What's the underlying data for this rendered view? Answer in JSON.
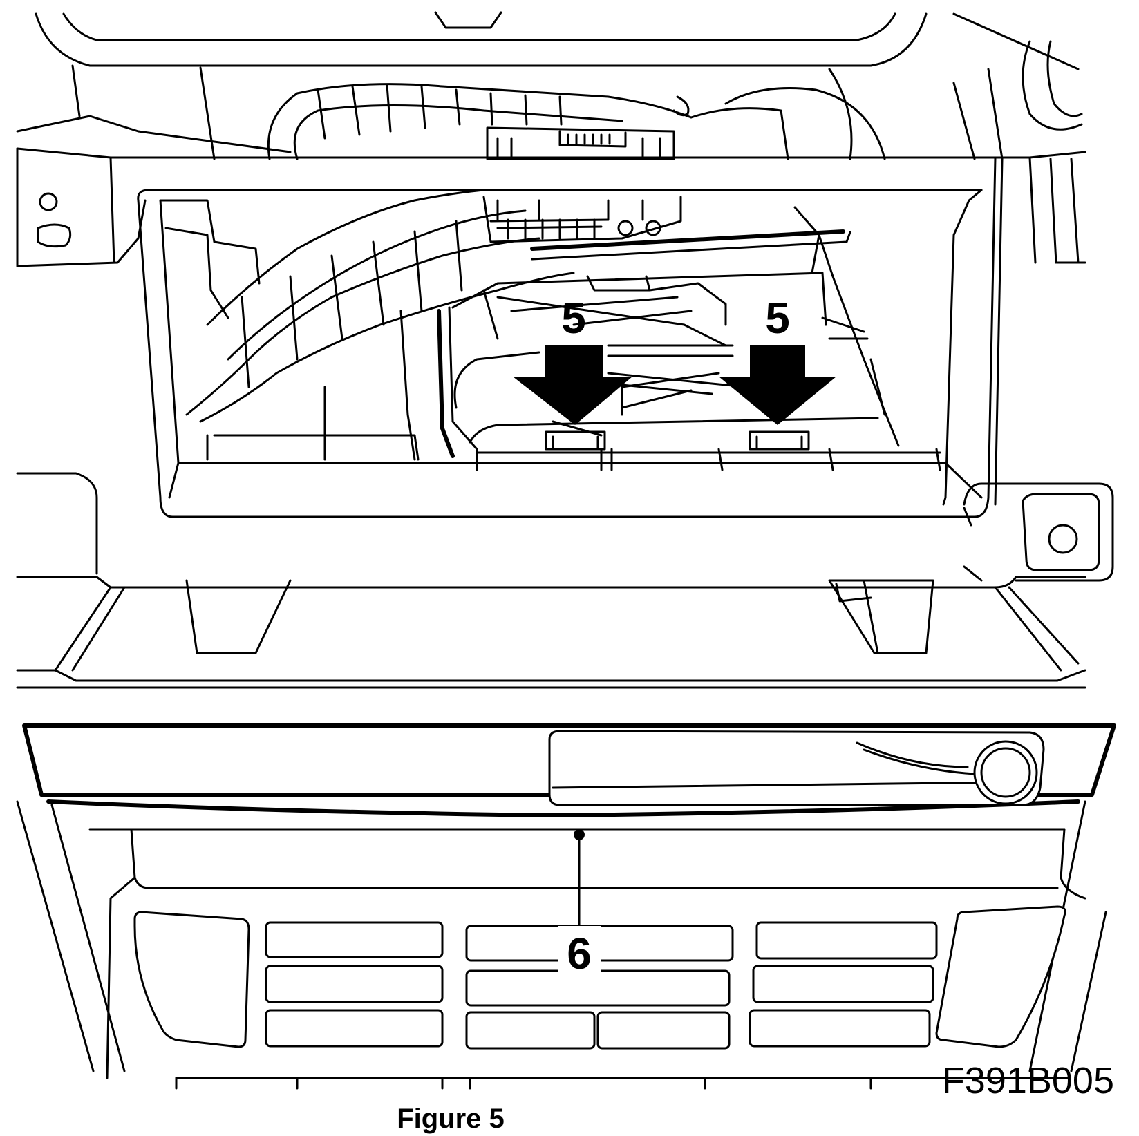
{
  "figure": {
    "caption": "Figure 5",
    "drawing_code": "F391B005"
  },
  "callouts": {
    "left": "5",
    "right": "5",
    "bottom": "6"
  }
}
